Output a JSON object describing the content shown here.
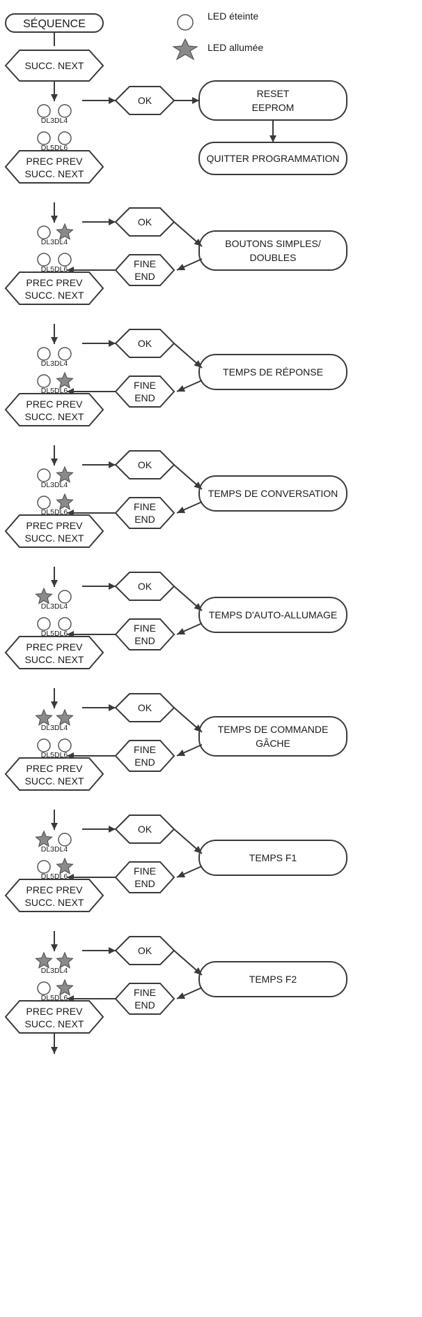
{
  "title": "SÉQUENCE",
  "legend": {
    "off": "LED éteinte",
    "on": "LED allumée"
  },
  "nav": {
    "first": "SUCC. NEXT",
    "line1": "PREC PREV",
    "line2": "SUCC. NEXT"
  },
  "ok_label": "OK",
  "fine_label": [
    "FINE",
    "END"
  ],
  "led_labels": {
    "top": "DL3DL4",
    "bottom": "DL5DL6"
  },
  "steps": [
    {
      "leds": [
        false,
        false,
        false,
        false
      ],
      "action": [
        "RESET",
        "EEPROM"
      ],
      "after": "QUITTER PROGRAMMATION"
    },
    {
      "leds": [
        false,
        true,
        false,
        false
      ],
      "action": [
        "BOUTONS SIMPLES/",
        "DOUBLES"
      ]
    },
    {
      "leds": [
        false,
        false,
        false,
        true
      ],
      "action": [
        "TEMPS DE RÉPONSE"
      ]
    },
    {
      "leds": [
        false,
        true,
        false,
        true
      ],
      "action": [
        "TEMPS DE CONVERSATION"
      ]
    },
    {
      "leds": [
        true,
        false,
        false,
        false
      ],
      "action": [
        "TEMPS D'AUTO-ALLUMAGE"
      ]
    },
    {
      "leds": [
        true,
        true,
        false,
        false
      ],
      "action": [
        "TEMPS DE COMMANDE",
        "GÂCHE"
      ]
    },
    {
      "leds": [
        true,
        false,
        false,
        true
      ],
      "action": [
        "TEMPS F1"
      ]
    },
    {
      "leds": [
        true,
        true,
        false,
        true
      ],
      "action": [
        "TEMPS F2"
      ]
    }
  ]
}
